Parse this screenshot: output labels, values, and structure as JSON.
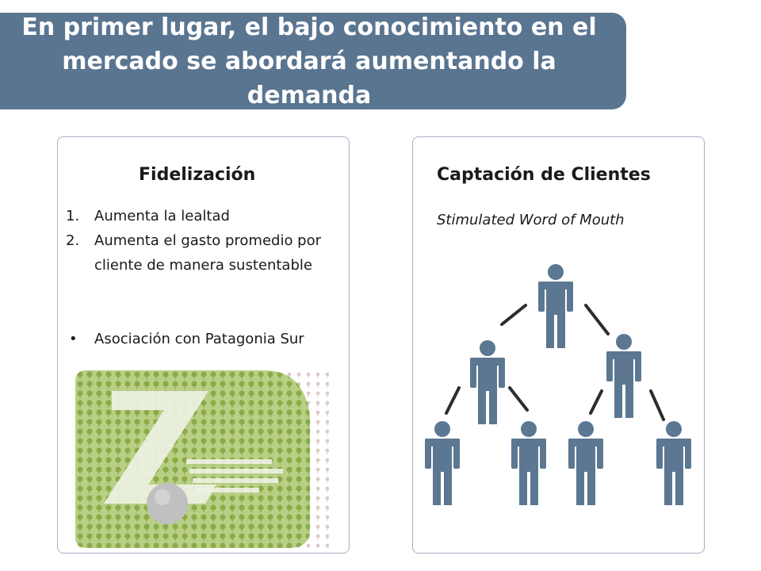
{
  "title": "En primer lugar, el bajo conocimiento en el mercado se abordará aumentando la demanda",
  "colors": {
    "banner": "#5a7590",
    "figure": "#5c7791",
    "panel_border": "#a3b1c2",
    "logo_green": "#9bb65a",
    "logo_gray": "#c0c0c0"
  },
  "left_panel": {
    "heading": "Fidelización",
    "list": [
      {
        "num": "1.",
        "text": "Aumenta la lealtad"
      },
      {
        "num": "2.",
        "text": "Aumenta el gasto promedio por cliente de manera sustentable"
      }
    ],
    "bullet": {
      "symbol": "•",
      "text": "Asociación con Patagonia Sur"
    },
    "logo_icon": "patagonia-sur-logo"
  },
  "right_panel": {
    "heading": "Captación de Clientes",
    "subtitle": "Stimulated Word of Mouth",
    "diagram_icon": "person-icon"
  }
}
